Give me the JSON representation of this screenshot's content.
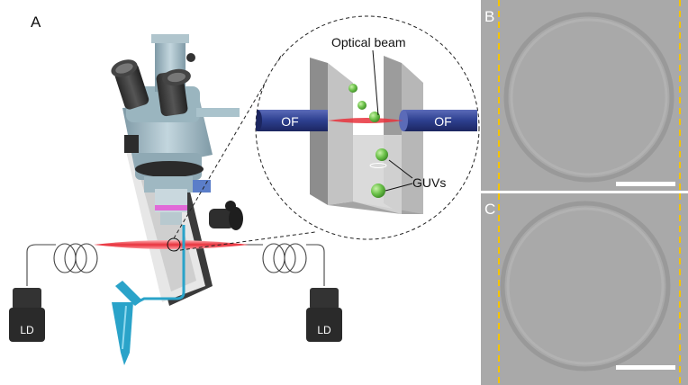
{
  "panels": {
    "a": {
      "letter": "A"
    },
    "b": {
      "letter": "B"
    },
    "c": {
      "letter": "C"
    }
  },
  "labels": {
    "optical_beam": "Optical beam",
    "of_left": "OF",
    "of_right": "OF",
    "guvs": "GUVs",
    "ld_left": "LD",
    "ld_right": "LD"
  },
  "colors": {
    "laser": "#e8323c",
    "fiber": "#2d3f8f",
    "guv": "#6cc24a",
    "pipette": "#2aa3c9",
    "dashed_marker": "#f5c400",
    "micrograph_bg": "#a9a9a9",
    "scale_bar": "#ffffff"
  }
}
